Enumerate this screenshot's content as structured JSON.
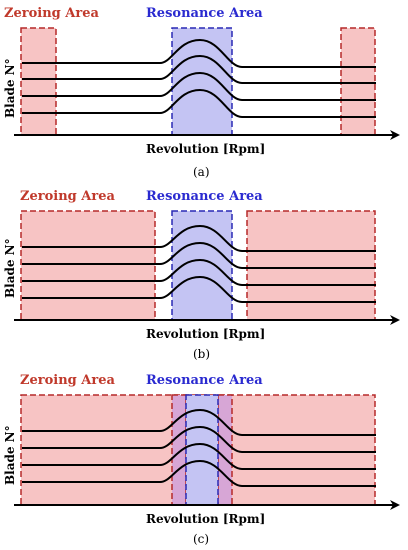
{
  "colors": {
    "zeroing_fill": "#f7c4c4",
    "zeroing_stroke": "#b52a2a",
    "zeroing_text": "#c0392b",
    "resonance_fill": "#c4c4f3",
    "resonance_stroke": "#2a2ab5",
    "resonance_text": "#2a2ad0",
    "overlap_fill": "#d7a6d6",
    "line": "#000000"
  },
  "panels": [
    {
      "caption": "(a)",
      "zeroing_label": "Zeroing Area",
      "resonance_label": "Resonance Area",
      "y_label": "Blade N°",
      "x_label": "Revolution [Rpm]"
    },
    {
      "caption": "(b)",
      "zeroing_label": "Zeroing Area",
      "resonance_label": "Resonance Area",
      "y_label": "Blade N°",
      "x_label": "Revolution [Rpm]"
    },
    {
      "caption": "(c)",
      "zeroing_label": "Zeroing Area",
      "resonance_label": "Resonance Area",
      "y_label": "Blade N°",
      "x_label": "Revolution [Rpm]"
    }
  ]
}
